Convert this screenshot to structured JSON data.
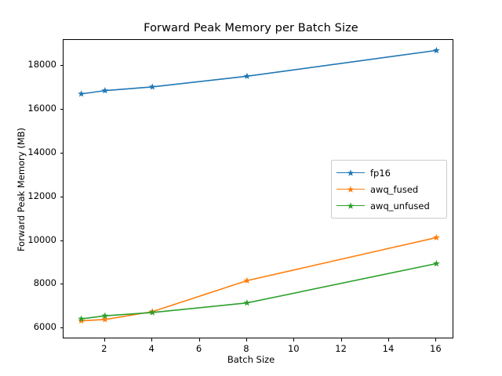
{
  "chart_data": {
    "type": "line",
    "title": "Forward Peak Memory per Batch Size",
    "xlabel": "Batch Size",
    "ylabel": "Forward Peak Memory (MB)",
    "x": [
      1,
      2,
      4,
      8,
      16
    ],
    "xlim": [
      0.25,
      16.75
    ],
    "ylim": [
      5500,
      19200
    ],
    "xticks": [
      2,
      4,
      6,
      8,
      10,
      12,
      14,
      16
    ],
    "xticklabels": [
      "2",
      "4",
      "6",
      "8",
      "10",
      "12",
      "14",
      "16"
    ],
    "yticks": [
      6000,
      8000,
      10000,
      12000,
      14000,
      16000,
      18000
    ],
    "yticklabels": [
      "6000",
      "8000",
      "10000",
      "12000",
      "14000",
      "16000",
      "18000"
    ],
    "grid": false,
    "marker": "star",
    "legend_position": "center right",
    "series": [
      {
        "name": "fp16",
        "color": "#1f77b4",
        "values": [
          16730,
          16880,
          17050,
          17540,
          18720
        ]
      },
      {
        "name": "awq_fused",
        "color": "#ff7f0e",
        "values": [
          6340,
          6400,
          6760,
          8180,
          10150
        ]
      },
      {
        "name": "awq_unfused",
        "color": "#2ca02c",
        "values": [
          6430,
          6570,
          6720,
          7160,
          8960
        ]
      }
    ]
  },
  "legend": {
    "items": [
      {
        "label": "fp16"
      },
      {
        "label": "awq_fused"
      },
      {
        "label": "awq_unfused"
      }
    ]
  }
}
